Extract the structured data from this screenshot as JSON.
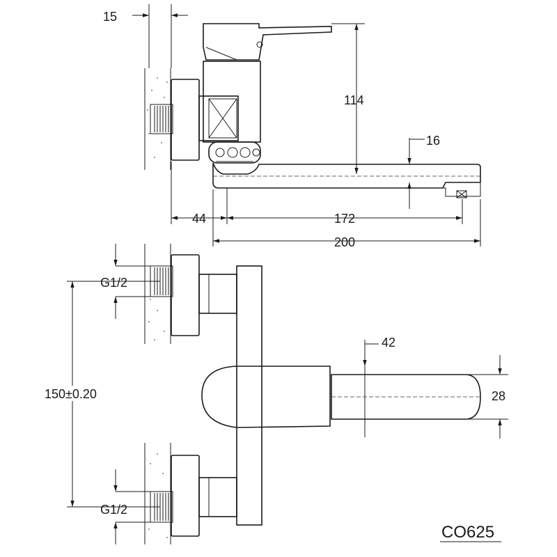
{
  "drawing": {
    "model_code": "CO625",
    "side_view": {
      "dims": {
        "wall_offset": "15",
        "height": "114",
        "spout_drop": "16",
        "body_depth": "44",
        "spout_reach": "172",
        "total_reach": "200"
      }
    },
    "front_view": {
      "dims": {
        "thread_top": "G1/2",
        "thread_bottom": "G1/2",
        "centers": "150±0.20",
        "handle_offset": "42",
        "spout_height": "28"
      }
    }
  }
}
